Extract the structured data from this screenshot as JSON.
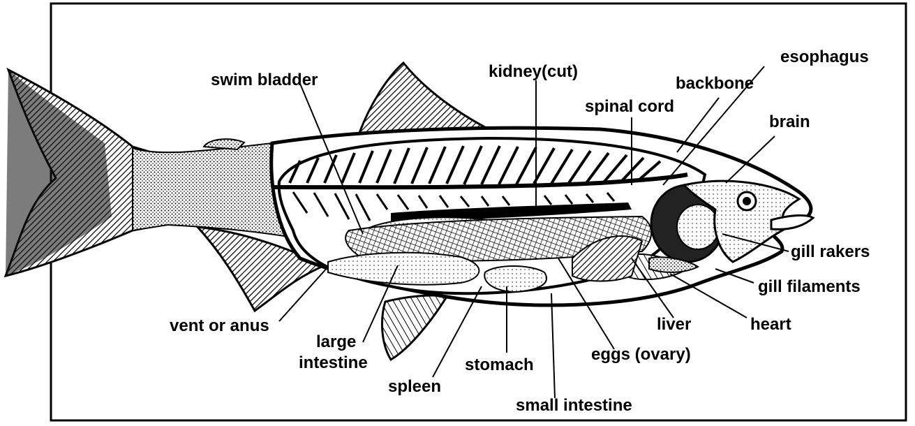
{
  "labels": {
    "esophagus": "esophagus",
    "backbone": "backbone",
    "brain": "brain",
    "kidney": "kidney(cut)",
    "spinal_cord": "spinal cord",
    "swim_bladder": "swim bladder",
    "gill_rakers": "gill rakers",
    "gill_filaments": "gill filaments",
    "heart": "heart",
    "liver": "liver",
    "eggs": "eggs (ovary)",
    "small_intestine": "small intestine",
    "stomach": "stomach",
    "spleen": "spleen",
    "large_intestine_1": "large",
    "large_intestine_2": "intestine",
    "vent": "vent or anus"
  }
}
